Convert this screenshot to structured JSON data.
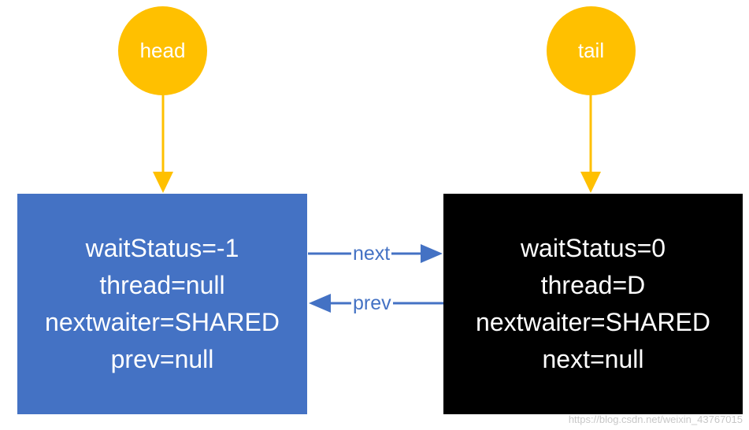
{
  "pointers": {
    "head": "head",
    "tail": "tail"
  },
  "node_a": {
    "lines": [
      "waitStatus=-1",
      "thread=null",
      "nextwaiter=SHARED",
      "prev=null"
    ]
  },
  "node_b": {
    "lines": [
      "waitStatus=0",
      "thread=D",
      "nextwaiter=SHARED",
      "next=null"
    ]
  },
  "links": {
    "next": "next",
    "prev": "prev"
  },
  "watermark": "https://blog.csdn.net/weixin_43767015",
  "colors": {
    "pointer": "#ffc000",
    "node_a": "#4472c4",
    "node_b": "#000000",
    "link": "#4472c4"
  }
}
